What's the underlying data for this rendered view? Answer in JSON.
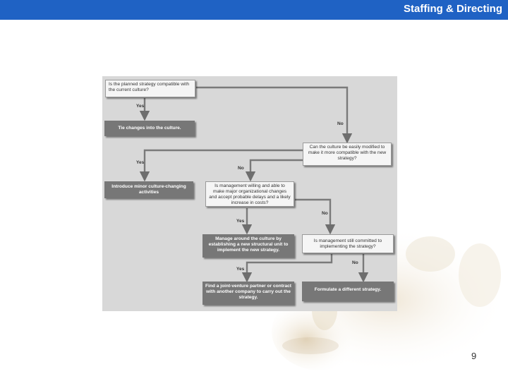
{
  "header": {
    "title": "Staffing & Directing"
  },
  "flowchart": {
    "q1": "Is the planned strategy compatible with the current culture?",
    "a1": "Tie changes into the culture.",
    "q2": "Can the culture be easily modified to make it more compatible with the new strategy?",
    "a2": "Introduce minor culture-changing activities",
    "q3": "Is management willing and able to make major organizational changes and accept probable delays and a likely increase in costs?",
    "a3": "Manage around the culture by establishing a new structural unit to implement the new strategy.",
    "q4": "Is management still committed to implementing the strategy?",
    "a4": "Find a joint-venture partner or contract with another company to carry out the strategy.",
    "a5": "Formulate a different strategy.",
    "yes": "Yes",
    "no": "No"
  },
  "page_number": "9"
}
